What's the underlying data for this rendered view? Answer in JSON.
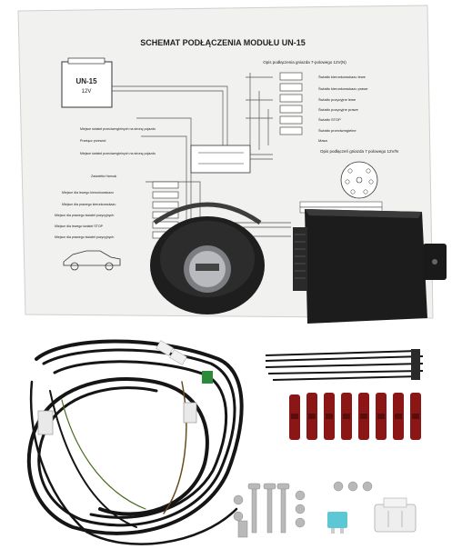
{
  "diagram": {
    "title": "SCHEMAT PODŁĄCZENIA MODUŁU UN-15",
    "module_label": "UN-15",
    "module_voltage": "12V",
    "module_note": "Opis podłączenia gniazda 7-polowego 12V(N)",
    "socket_note": "Opis podłączeń gniazda 7 polowego 12V/N",
    "legend_items": [
      "Światło kierunkowskazu lewe",
      "Światło kierunkowskazu prawe",
      "Światło pozycyjne lewe",
      "Światło pozycyjne prawe",
      "Światło STOP",
      "Światło przeciwmgielne",
      "Masa"
    ],
    "left_labels": [
      "Miejsce świateł przeciwmgielnych na stronę pojazdu",
      "Przełącz przewód",
      "Miejsce świateł przeciwmgielnych na stronę pojazdu",
      "Zaświetla Hamulc",
      "Miejsce dla lewego kierunkowskazu",
      "Miejsce dla prawego kierunkowskazu",
      "Miejsce dla prawego świateł pozycyjnych",
      "Miejsce dla lewego świateł STOP",
      "Miejsce dla prawego świateł pozycyjnych"
    ]
  },
  "colors": {
    "paper": "#f1f1ef",
    "wire": "#151515",
    "module_body": "#1c1c1c",
    "socket_body": "#202020"
  }
}
